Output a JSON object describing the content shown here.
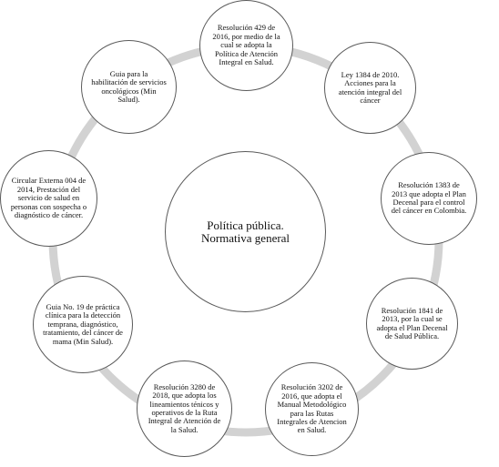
{
  "diagram": {
    "center": {
      "text": "Política pública. Normativa general"
    },
    "nodes": [
      {
        "text": "Resolución 429 de 2016, por medio de la cual se adopta la Política de Atención Integral en Salud."
      },
      {
        "text": "Ley 1384 de 2010. Acciones para la atención integral del cáncer"
      },
      {
        "text": "Resolución 1383 de 2013 que adopta el Plan Decenal para el control del cáncer en Colombia."
      },
      {
        "text": "Resolución 1841 de 2013, por la cual se adopta el Plan Decenal de Salud Pública."
      },
      {
        "text": "Resolución 3202 de 2016, que adopta el Manual Metodológico para las Rutas Integrales de Atencion en Salud."
      },
      {
        "text": "Resolución 3280 de 2018, que adopta los lineamientos ténicos y operativos de la Ruta Integral de Atención de la Salud."
      },
      {
        "text": "Guia No. 19 de práctica clínica para la detección temprana, diagnóstico, tratamiento, del cáncer de mama (Min Salud)."
      },
      {
        "text": "Circular Externa 004 de 2014, Prestación del servicio de salud en personas con sospecha o diagnóstico de cáncer."
      },
      {
        "text": "Guia para la habilitación de servicios oncológicos (Min Salud)."
      }
    ]
  }
}
